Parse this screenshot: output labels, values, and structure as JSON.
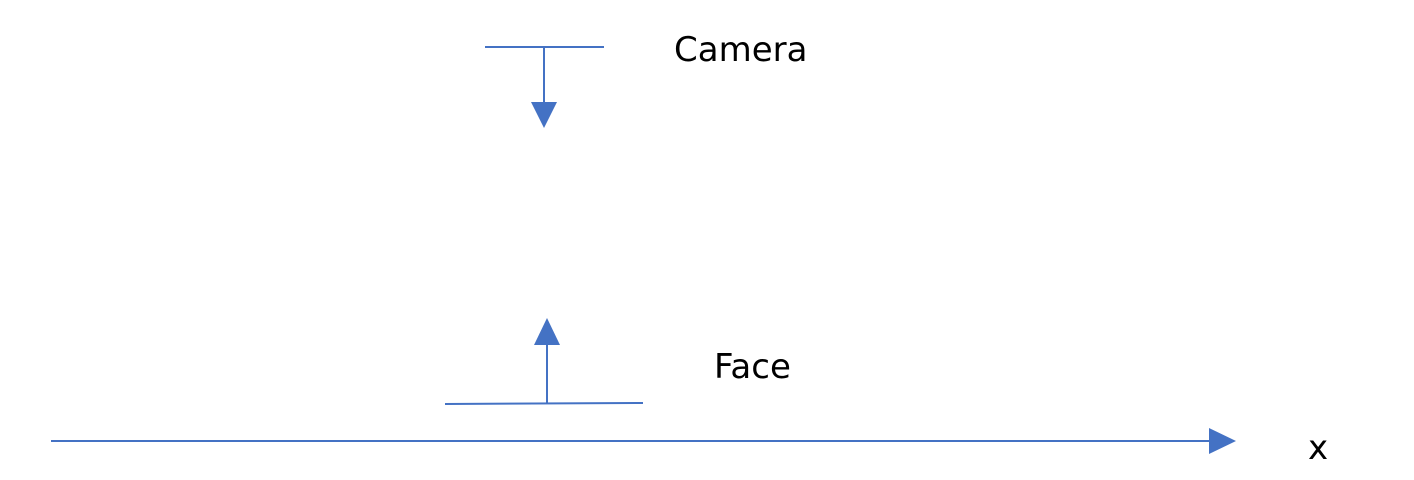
{
  "labels": {
    "camera": "Camera",
    "face": "Face",
    "axis": "x"
  },
  "colors": {
    "line": "#4472C4",
    "text": "#000000",
    "background": "#ffffff"
  }
}
